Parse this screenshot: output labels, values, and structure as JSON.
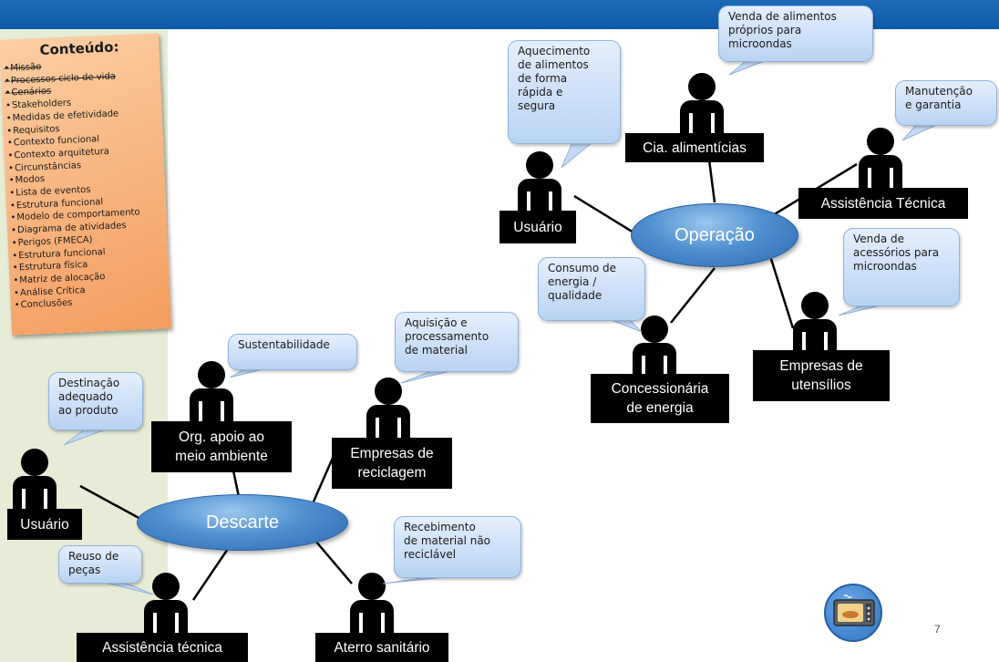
{
  "contents": {
    "title": "Conteúdo:",
    "items": [
      "Missão",
      "Processos ciclo de vida",
      "Cenários",
      "Stakeholders",
      "Medidas de efetividade",
      "Requisitos",
      "Contexto funcional",
      "Contexto arquitetura",
      "Circunstâncias",
      "Modos",
      "Lista de eventos",
      "Estrutura funcional",
      "Modelo de comportamento",
      "Diagrama de atividades",
      "Perigos (FMECA)",
      "Estrutura funcional",
      "Estrutura física",
      "Matriz de alocação",
      "Análise Crítica",
      "Conclusões"
    ]
  },
  "operacao": {
    "hub": "Operação",
    "stakeholders": {
      "usuario": "Usuário",
      "cia": "Cia. alimentícias",
      "assistencia": "Assistência Técnica",
      "concessionaria": "Concessionária\nde energia",
      "empresas_utensilios": "Empresas de\nutensílios"
    },
    "bubbles": {
      "usuario": "Aquecimento\nde alimentos\nde forma\nrápida e\nsegura",
      "cia": "Venda de alimentos\npróprios para\nmicroondas",
      "assistencia": "Manutenção\ne garantia",
      "concessionaria": "Consumo de\nenergia /\nqualidade",
      "empresas_utensilios": "Venda de\nacessórios para\nmicroondas"
    }
  },
  "descarte": {
    "hub": "Descarte",
    "stakeholders": {
      "usuario": "Usuário",
      "org": "Org. apoio ao\nmeio ambiente",
      "reciclagem": "Empresas de\nreciclagem",
      "assistencia": "Assistência técnica",
      "aterro": "Aterro sanitário"
    },
    "bubbles": {
      "usuario": "Destinação\nadequado\nao produto",
      "org": "Sustentabilidade",
      "reciclagem": "Aquisição e\nprocessamento\nde material",
      "assistencia": "Reuso de\npeças",
      "aterro": "Recebimento\nde material não\nreciclável"
    }
  },
  "page_number": "7",
  "icons": [
    "person-icon",
    "microwave-icon"
  ]
}
